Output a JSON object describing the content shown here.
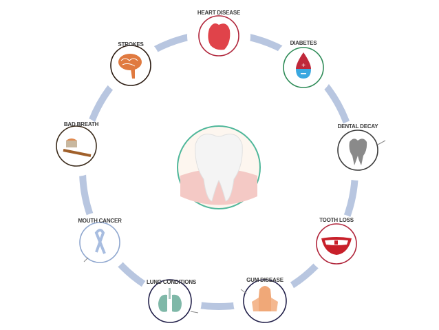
{
  "title_center": "tooth",
  "ring_color": "#b8c6e0",
  "nodes": [
    {
      "label": "HEART DISEASE",
      "icon": "heart-icon",
      "border": "#b0243a"
    },
    {
      "label": "DIABETES",
      "icon": "blood-drop-icon",
      "border": "#2e8b57"
    },
    {
      "label": "DENTAL DECAY",
      "icon": "decayed-tooth-icon",
      "border": "#3a3a3a"
    },
    {
      "label": "TOOTH LOSS",
      "icon": "smile-gap-icon",
      "border": "#b0243a"
    },
    {
      "label": "GUM DISEASE",
      "icon": "gum-icon",
      "border": "#22204a"
    },
    {
      "label": "LUNG CONDITIONS",
      "icon": "lungs-icon",
      "border": "#22204a"
    },
    {
      "label": "MOUTH CANCER",
      "icon": "ribbon-icon",
      "border": "#8fa7cf"
    },
    {
      "label": "BAD BREATH",
      "icon": "toothbrush-icon",
      "border": "#3a2a1a"
    },
    {
      "label": "STROKES",
      "icon": "brain-icon",
      "border": "#2a1a10"
    }
  ]
}
